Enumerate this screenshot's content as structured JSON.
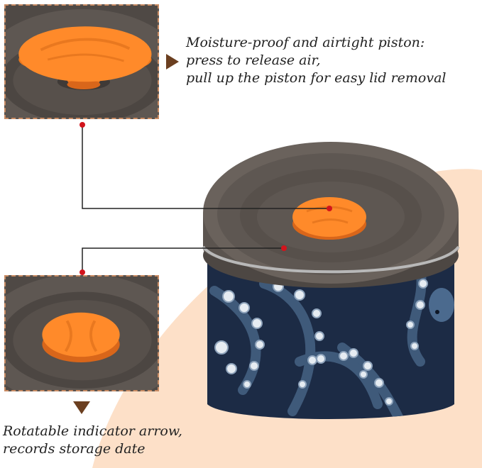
{
  "captions": {
    "piston": {
      "lines": [
        "Moisture-proof and airtight piston:",
        "press to release air,",
        "pull up the piston for easy lid removal"
      ]
    },
    "indicator": {
      "lines": [
        "Rotatable indicator arrow,",
        "records storage date"
      ]
    }
  },
  "colors": {
    "accent_orange": "#ff8a2a",
    "lid_gray": "#5e5752",
    "peach_background": "#fde0c8",
    "frame_dashed": "#c98b63",
    "arrow_brown": "#6b3f20",
    "pointer_red": "#d2141c",
    "tin_navy": "#1c2b45"
  }
}
